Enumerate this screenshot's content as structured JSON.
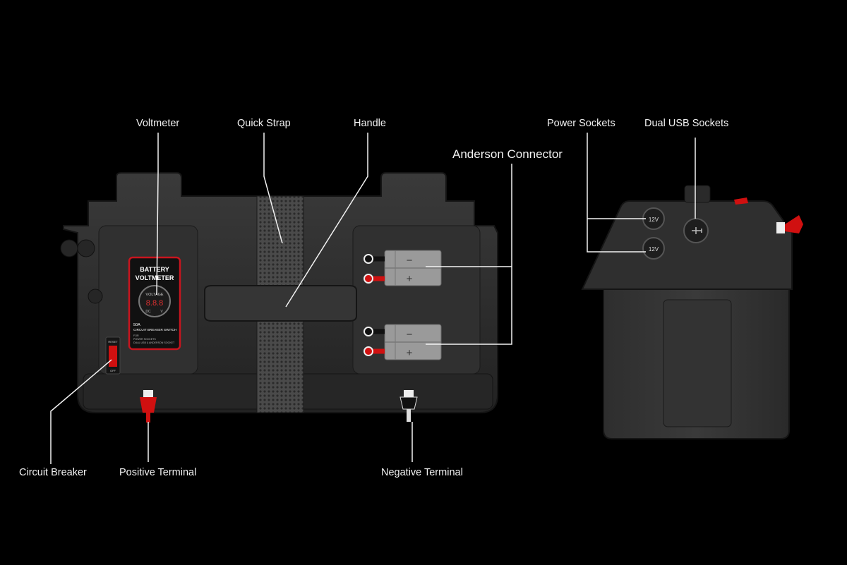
{
  "labels": {
    "voltmeter": "Voltmeter",
    "quick_strap": "Quick Strap",
    "handle": "Handle",
    "anderson_connector": "Anderson Connector",
    "power_sockets": "Power Sockets",
    "dual_usb_sockets": "Dual USB Sockets",
    "circuit_breaker": "Circuit Breaker",
    "positive_terminal": "Positive Terminal",
    "negative_terminal": "Negative Terminal"
  },
  "panel": {
    "line1": "BATTERY",
    "line2": "VOLTMETER",
    "meter_caption": "VOLTAGE",
    "meter_digits": "8.8.8",
    "meter_unit_left": "DC",
    "meter_unit_right": "V",
    "breaker_rating": "50A",
    "breaker_title": "CIRCUIT BREAKER SWITCH",
    "breaker_note1": "FOR",
    "breaker_note2": "POWER SOCKETS",
    "breaker_note3": "DUAL USB & ANDERSON SOCKET"
  },
  "breaker_switch": {
    "top": "RESET",
    "bottom": "OFF"
  },
  "anderson": {
    "minus": "−",
    "plus": "+"
  },
  "side_sockets": {
    "socket1": "12V",
    "socket2": "12V"
  },
  "colors": {
    "background": "#000000",
    "case": "#2b2b2b",
    "panel_border": "#c8141e",
    "positive": "#d01010",
    "connector": "#9a9a9a"
  }
}
